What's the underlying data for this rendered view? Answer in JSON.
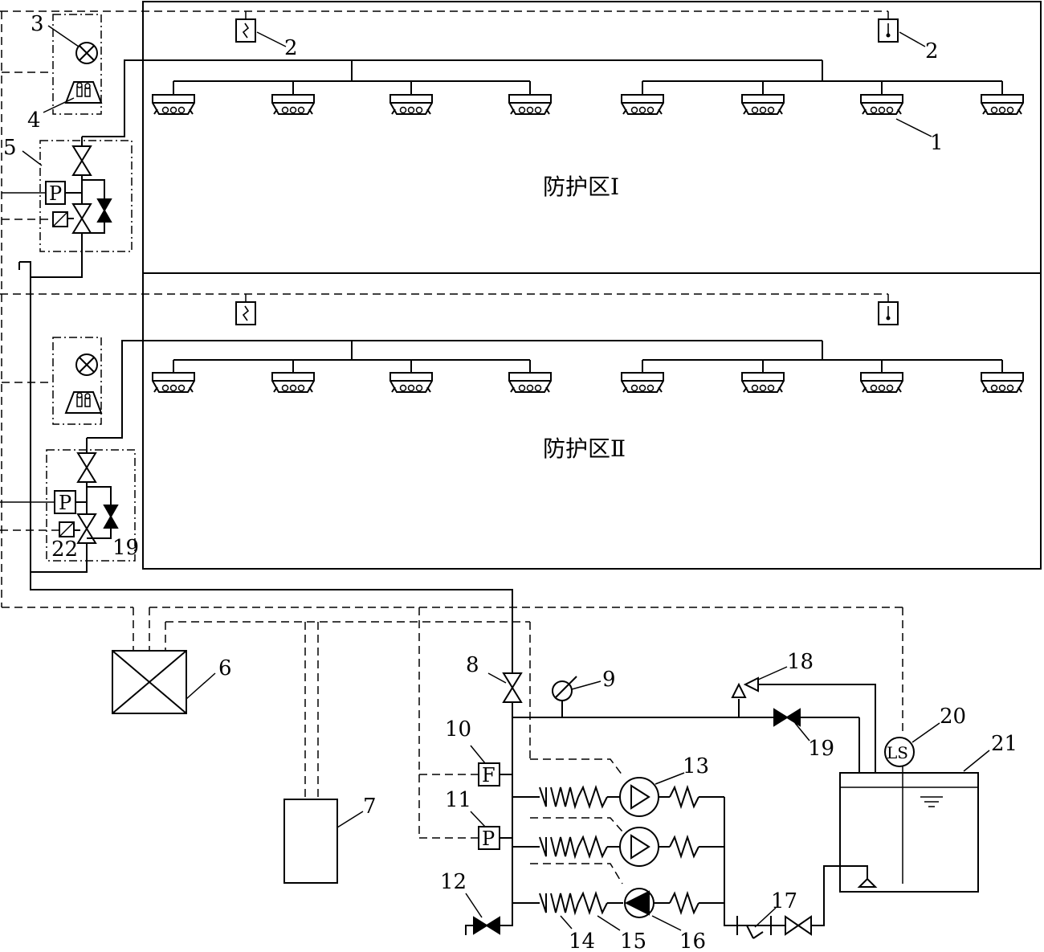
{
  "zones": [
    {
      "label": "防护区Ⅰ"
    },
    {
      "label": "防护区Ⅱ"
    }
  ],
  "callouts": {
    "n1": "1",
    "n2a": "2",
    "n2b": "2",
    "n3": "3",
    "n4": "4",
    "n5": "5",
    "n6": "6",
    "n7": "7",
    "n8": "8",
    "n9": "9",
    "n10": "10",
    "n11": "11",
    "n12": "12",
    "n13": "13",
    "n14": "14",
    "n15": "15",
    "n16": "16",
    "n17": "17",
    "n18": "18",
    "n19a": "19",
    "n19b": "19",
    "n20": "20",
    "n21": "21",
    "n22": "22"
  },
  "symbols": {
    "pressure_switch": "P",
    "flow_switch": "F",
    "level_switch": "LS"
  }
}
